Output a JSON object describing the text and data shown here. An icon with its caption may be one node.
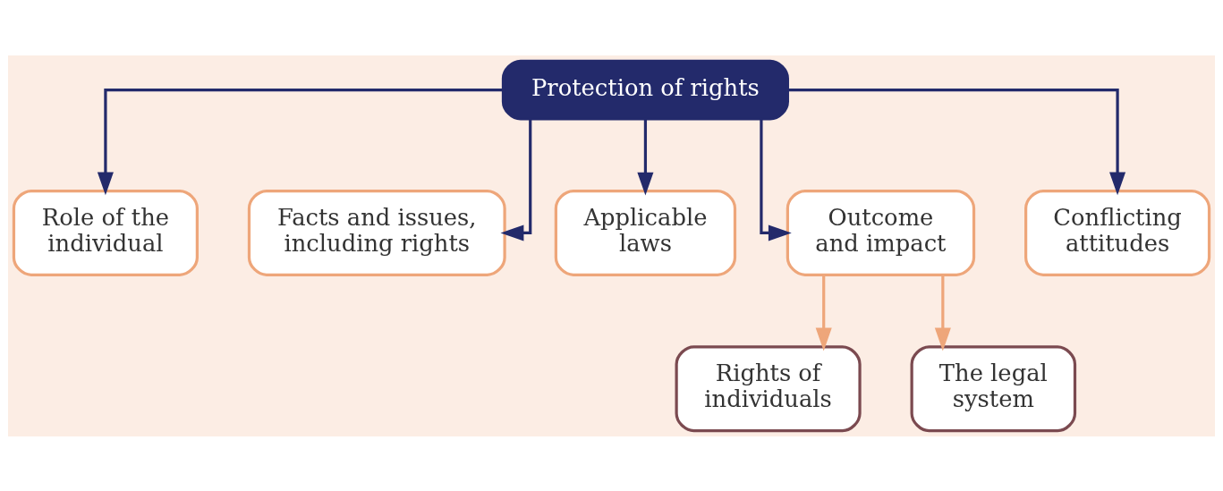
{
  "diagram": {
    "nodes": [
      {
        "text": [
          "Protection of rights"
        ]
      },
      {
        "text": [
          "Role of the individual"
        ]
      },
      {
        "text": [
          "Facts and issues, including rights"
        ]
      },
      {
        "text": [
          "Applicable laws"
        ]
      },
      {
        "text": [
          "Outcome and impact"
        ]
      },
      {
        "text": [
          "Conflicting attitudes"
        ]
      },
      {
        "text": [
          "Rights of individuals"
        ]
      },
      {
        "text": [
          "The legal system"
        ]
      }
    ],
    "edges": [
      {
        "from": 0,
        "to": 1,
        "arrow": "to"
      },
      {
        "from": 0,
        "to": 2,
        "arrow": "to"
      },
      {
        "from": 0,
        "to": 3,
        "arrow": "to"
      },
      {
        "from": 0,
        "to": 4,
        "arrow": "to"
      },
      {
        "from": 0,
        "to": 5,
        "arrow": "to"
      },
      {
        "from": 4,
        "to": 6,
        "arrow": "to",
        "color": "#eea67a"
      },
      {
        "from": 4,
        "to": 7,
        "arrow": "to",
        "color": "#eea67a"
      }
    ]
  }
}
